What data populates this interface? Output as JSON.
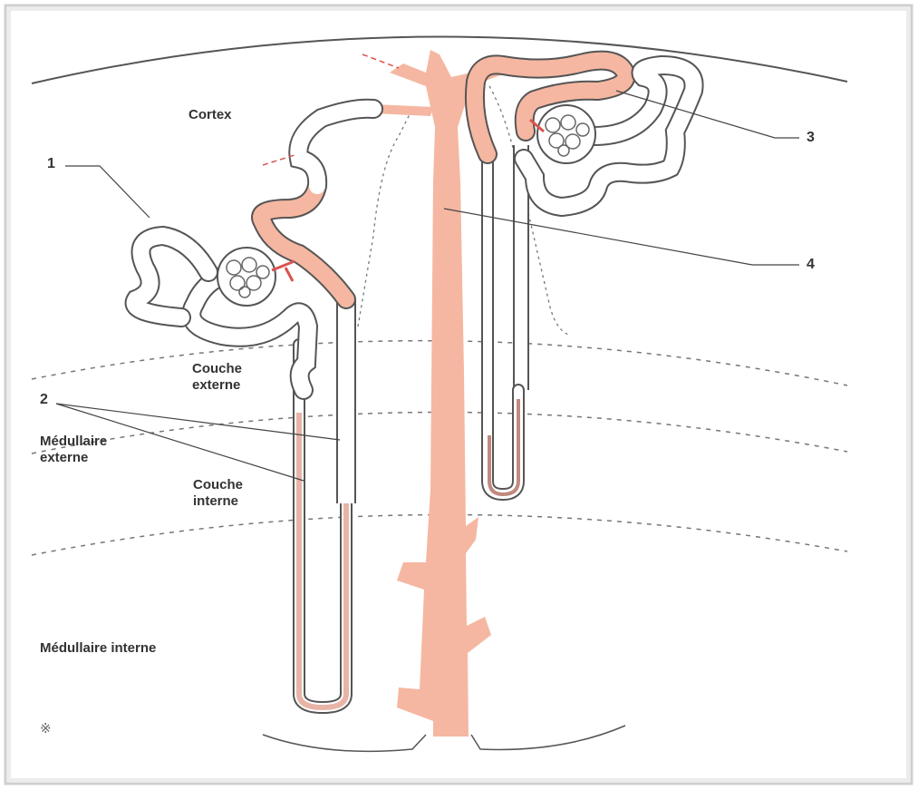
{
  "labels": {
    "cortex": "Cortex",
    "n1": "1",
    "n2": "2",
    "n3": "3",
    "n4": "4",
    "couche_externe": "Couche\nexterne",
    "medullaire_externe": "Médullaire\nexterne",
    "couche_interne": "Couche\ninterne",
    "medullaire_interne": "Médullaire interne",
    "corner_mark": "※"
  },
  "colors": {
    "salmon": "#f5b7a1",
    "outline": "#555555",
    "dark_pink": "#c08a7e",
    "red_mark": "#d9534f"
  }
}
